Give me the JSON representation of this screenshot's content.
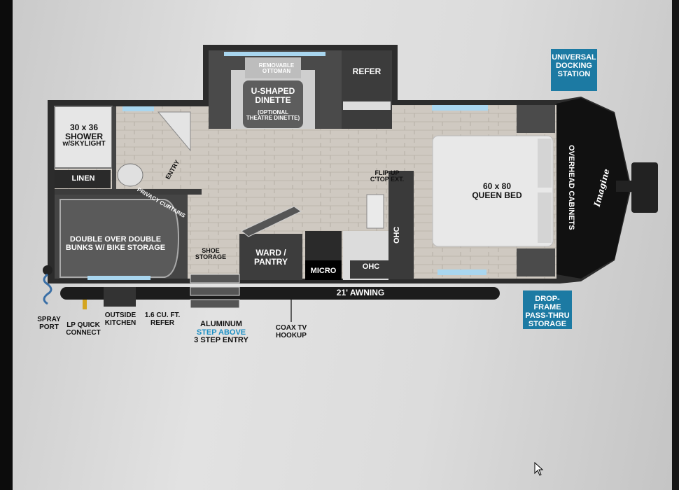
{
  "callouts": {
    "universal_docking": [
      "UNIVERSAL",
      "DOCKING",
      "STATION"
    ],
    "drop_frame": [
      "DROP-FRAME",
      "PASS-THRU",
      "STORAGE"
    ]
  },
  "rooms": {
    "shower": [
      "30 x 36",
      "SHOWER",
      "w/SKYLIGHT"
    ],
    "linen": "LINEN",
    "bunks": [
      "DOUBLE OVER DOUBLE",
      "BUNKS W/ BIKE STORAGE"
    ],
    "privacy": "PRIVACY CURTAINS",
    "entry": "ENTRY",
    "ottoman": [
      "REMOVABLE",
      "OTTOMAN"
    ],
    "dinette": [
      "U-SHAPED",
      "DINETTE"
    ],
    "dinette_option": [
      "(OPTIONAL",
      "THEATRE DINETTE)"
    ],
    "refer": "REFER",
    "flip_up": [
      "FLIP-UP",
      "C'TOP EXT."
    ],
    "ohc_vertical": "OHC",
    "ohc_bottom": "OHC",
    "micro": "MICRO",
    "ward": [
      "WARD /",
      "PANTRY"
    ],
    "shoe": [
      "SHOE",
      "STORAGE"
    ],
    "bed": [
      "60 x 80",
      "QUEEN BED"
    ],
    "overhead_cabinets": "OVERHEAD CABINETS",
    "brand": "Imagine"
  },
  "exterior": {
    "awning": "21' AWNING",
    "spray_port": [
      "SPRAY",
      "PORT"
    ],
    "lp_quick": [
      "LP QUICK",
      "CONNECT"
    ],
    "outside_kitchen": [
      "OUTSIDE",
      "KITCHEN"
    ],
    "refer_cuft": [
      "1.6 CU. FT.",
      "REFER"
    ],
    "aluminum_step": [
      "ALUMINUM",
      "STEP ABOVE",
      "3 STEP ENTRY"
    ],
    "coax": [
      "COAX TV",
      "HOOKUP"
    ]
  },
  "colors": {
    "callout_blue": "#1c7aa3",
    "accent_blue": "#1c8fc4",
    "floor": "#c8c2ba",
    "wall": "#3a3a3a"
  },
  "icons": [
    "mouse-pointer-icon"
  ]
}
